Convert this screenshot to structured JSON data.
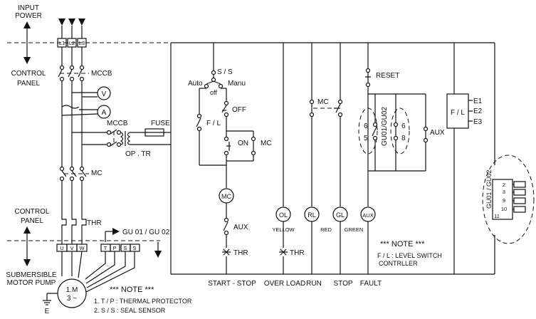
{
  "labels": {
    "input_power": [
      "INPUT",
      "POWER"
    ],
    "control_panel_top": [
      "CONTROL",
      "PANEL"
    ],
    "control_panel_bottom": [
      "CONTROL",
      "PANEL"
    ],
    "terminals_top": [
      "L1",
      "L2",
      "L3"
    ],
    "terminals_bottom": [
      "U",
      "V",
      "W"
    ],
    "terminals_sensor": [
      "T",
      "P",
      "S",
      "S"
    ],
    "mccb_main": "MCCB",
    "mccb_ctrl": "MCCB",
    "voltmeter": "V",
    "ammeter": "A",
    "fuse": "FUSE",
    "op_tr": "OP . TR",
    "mc_main": "MC",
    "thr_main": "THR",
    "gu_arrow": "GU 01 / GU 02",
    "motor_label": [
      "SUBMERSIBLE",
      "MOTOR PUMP"
    ],
    "motor_text": [
      "1.M",
      "3 ~"
    ],
    "earth": "E",
    "ss": "S / S",
    "auto": "Auto",
    "off_small": "off",
    "manu": "Manu",
    "off": "OFF",
    "fl_left": "F / L",
    "on": "ON",
    "mc_aux": "MC",
    "mc_coil": "MC",
    "aux_left": "AUX",
    "thr_left": "THR",
    "lamp_ol": "OL",
    "lamp_rl": "RL",
    "lamp_gl": "GL",
    "lamp_aux": "AUX",
    "yellow": "YELLOW",
    "red": "RED",
    "green": "GREEN",
    "thr_lamp": "THR",
    "mc_run": "MC",
    "reset": "RESET",
    "gu_vertical": "GU01/GU02",
    "six_a": "6",
    "five": "5",
    "six_b": "6",
    "eight": "8",
    "aux_right": "AUX",
    "fl_right": "F / L",
    "e1": "E1",
    "e2": "E2",
    "e3": "E3",
    "gu_box_vertical": "GU01 / GU02",
    "gu_box_nums": [
      "2",
      "3",
      "9",
      "10",
      "11"
    ],
    "bottom": [
      "START - STOP",
      "OVER LOAD",
      "RUN",
      "STOP",
      "FAULT"
    ],
    "note_right_title": "***  NOTE  ***",
    "note_right_lines": [
      "F / L : LEVEL SWITCH",
      "CONTRLLER"
    ],
    "note_left_title": "***  NOTE  ***",
    "note_left_lines": [
      "1. T / P : THERMAL PROTECTOR",
      "2. S / S : SEAL SENSOR"
    ]
  }
}
